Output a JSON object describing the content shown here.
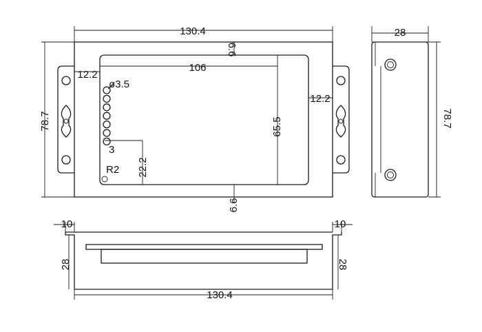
{
  "colors": {
    "stroke": "#1a1a1a",
    "background": "#ffffff"
  },
  "front_view": {
    "overall_width": "130.4",
    "overall_height": "78.7",
    "top_margin": "6.6",
    "bottom_margin": "6.6",
    "window_width": "106",
    "window_height": "65.5",
    "left_inset": "12.2",
    "right_inset": "12.2",
    "hole_diameter": "ø3.5",
    "led_offset": "3",
    "led_height": "22.2",
    "corner_radius": "R2",
    "led_count": 7
  },
  "side_view": {
    "depth": "28",
    "height": "78.7"
  },
  "bottom_view": {
    "flange_left": "10",
    "flange_right": "10",
    "height_left": "28",
    "height_right": "28",
    "overall_width": "130.4"
  }
}
